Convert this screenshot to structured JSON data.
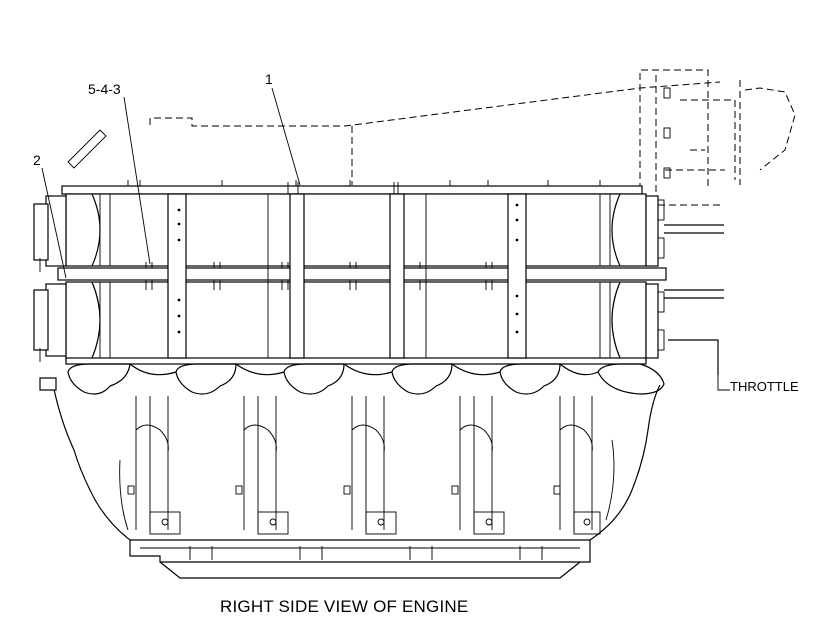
{
  "diagram": {
    "callouts": [
      {
        "id": "callout-1",
        "text": "1"
      },
      {
        "id": "callout-5-4-3",
        "text": "5-4-3"
      },
      {
        "id": "callout-2",
        "text": "2"
      }
    ],
    "side_label": "THROTTLE",
    "caption": "RIGHT SIDE VIEW  OF ENGINE"
  }
}
